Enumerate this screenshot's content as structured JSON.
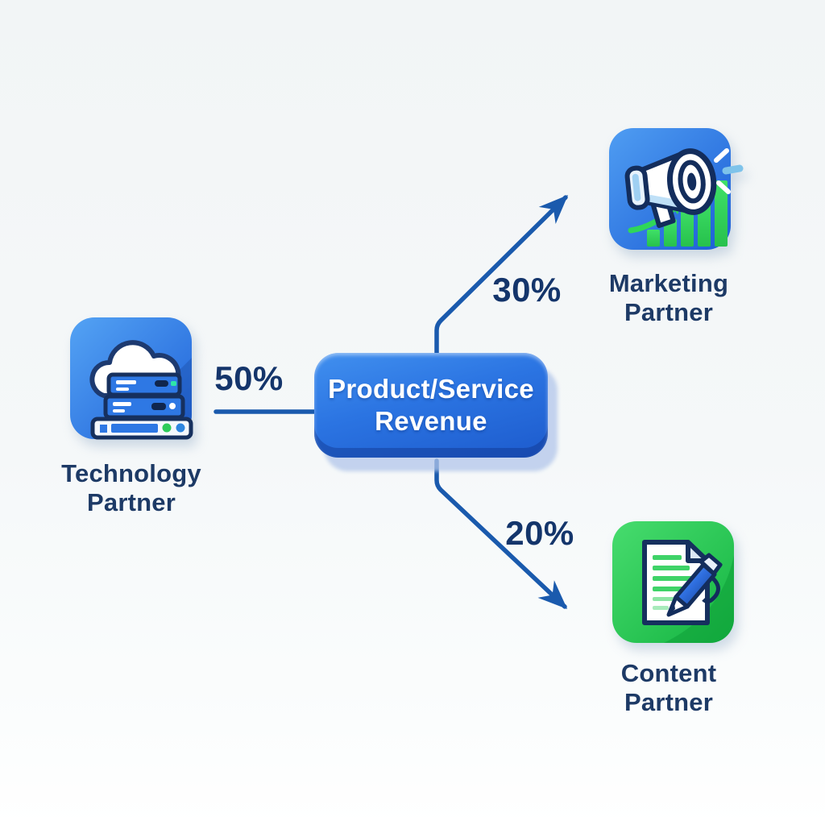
{
  "diagram": {
    "center": {
      "label": "Product/Service Revenue"
    },
    "nodes": {
      "technology": {
        "label": "Technology Partner",
        "percent": "50%"
      },
      "marketing": {
        "label": "Marketing Partner",
        "percent": "30%"
      },
      "content": {
        "label": "Content Partner",
        "percent": "20%"
      }
    },
    "edges": [
      {
        "from": "technology",
        "to": "center",
        "percent": "50%"
      },
      {
        "from": "center",
        "to": "marketing",
        "percent": "30%"
      },
      {
        "from": "center",
        "to": "content",
        "percent": "20%"
      }
    ],
    "icons": {
      "technology": "cloud-server-icon",
      "marketing": "megaphone-growth-icon",
      "content": "document-pen-icon"
    },
    "colors": {
      "connector_blue": "#1a5aad",
      "percent_text": "#14356b",
      "label_text": "#1d3a66",
      "revenue_box_top": "#4190ef",
      "revenue_box_bottom": "#1d5bcd",
      "icon_blue": "#2f7ce0",
      "icon_green": "#2ecc5a",
      "background": "#f5f8f9"
    }
  }
}
